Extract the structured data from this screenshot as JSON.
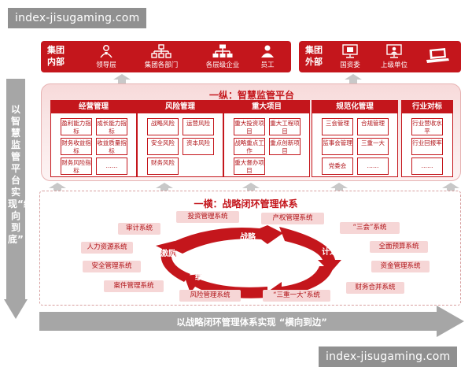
{
  "watermark": {
    "text": "index-jisugaming.com"
  },
  "internal_group": {
    "label": "集团内部",
    "items": [
      {
        "label": "领导层",
        "icon": "leadership-icon"
      },
      {
        "label": "集团各部门",
        "icon": "departments-icon"
      },
      {
        "label": "各层级企业",
        "icon": "org-chart-icon"
      },
      {
        "label": "员工",
        "icon": "employee-icon"
      }
    ]
  },
  "external_group": {
    "label": "集团外部",
    "items": [
      {
        "label": "国资委",
        "icon": "sasac-icon"
      },
      {
        "label": "上级单位",
        "icon": "superior-unit-icon"
      },
      {
        "label": "",
        "icon": "laptop-icon"
      }
    ]
  },
  "left_banner": {
    "text": "以智慧监管平台实现“纵向到底”"
  },
  "platform": {
    "title": "一纵：智慧监管平台",
    "columns": [
      {
        "title": "经营管理",
        "cells": [
          "盈利能力指标",
          "成长能力指标",
          "财务收益指标",
          "收益质量指标",
          "财务风险指标",
          "……"
        ]
      },
      {
        "title": "风险管理",
        "cells": [
          "战略风险",
          "运营风险",
          "安全风险",
          "资本风险",
          "财务风险",
          ""
        ]
      },
      {
        "title": "重大项目",
        "cells": [
          "重大投资项目",
          "重大工程项目",
          "战略重点工作",
          "重点创新项目",
          "重大督办项目",
          ""
        ]
      },
      {
        "title": "规范化管理",
        "cells": [
          "三会管理",
          "合规管理",
          "监事会管理",
          "三重一大",
          "党委会",
          "……"
        ]
      },
      {
        "title": "行业对标",
        "cells": [
          "行业营收水平",
          "行业回报率",
          "……"
        ]
      }
    ]
  },
  "closed_loop": {
    "title": "一横：战略闭环管理体系",
    "cycle": [
      "战略",
      "计划",
      "预算",
      "绩效",
      "激励"
    ],
    "systems": [
      "审计系统",
      "投资管理系统",
      "产权管理系统",
      "“三会”系统",
      "人力资源系统",
      "全面预算系统",
      "安全管理系统",
      "资金管理系统",
      "案件管理系统",
      "财务合并系统",
      "风险管理系统",
      "“三重一大”系统"
    ]
  },
  "bottom_banner": {
    "text": "以战略闭环管理体系实现 “横向到边”"
  },
  "colors": {
    "brand_red": "#c4161c",
    "light_pink": "#f6d6d6",
    "arrow_gray": "#a6a6a6"
  }
}
